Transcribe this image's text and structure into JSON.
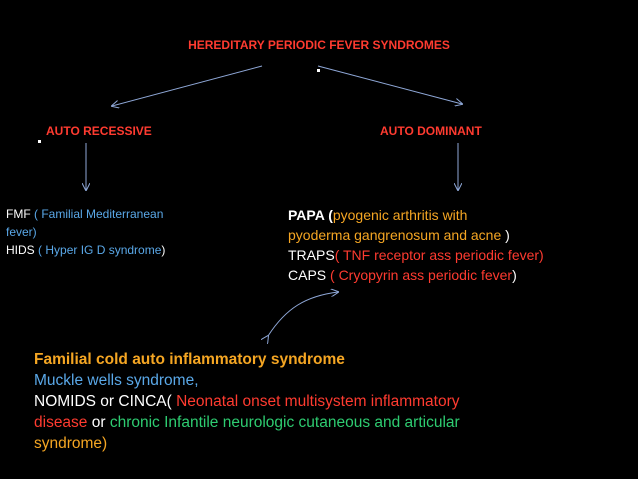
{
  "title": "HEREDITARY PERIODIC FEVER SYNDROMES",
  "left_branch": "AUTO RECESSIVE",
  "right_branch": "AUTO DOMINANT",
  "recessive": {
    "fmf_abbr": "FMF",
    "fmf_desc_1": "( Familial Mediterranean",
    "fmf_desc_2": "fever)",
    "hids_abbr": "HIDS",
    "hids_open": "(",
    "hids_desc": " Hyper IG D syndrome",
    "hids_close": ")"
  },
  "dominant": {
    "papa_abbr": "PAPA (",
    "papa_desc_1": "pyogenic arthritis with",
    "papa_desc_2": "pyoderma gangrenosum and acne",
    "papa_close": " )",
    "traps_abbr": "TRAPS",
    "traps_desc": "( TNF receptor ass periodic fever)",
    "caps_abbr": "CAPS",
    "caps_desc": " ( Cryopyrin ass periodic fever",
    "caps_close": ")"
  },
  "caps_types": {
    "line1": "Familial cold auto inflammatory syndrome",
    "line2": "Muckle wells syndrome,",
    "line3_a": "NOMIDS or CINCA(",
    "line3_b": " Neonatal onset multisystem inflammatory",
    "line4_a": "disease",
    "line4_b": " or ",
    "line4_c": "chronic Infantile neurologic cutaneous and articular",
    "line5": " syndrome)"
  },
  "colors": {
    "red": "#ff3b30",
    "blue": "#5aa8e8",
    "orange": "#f5a623",
    "green": "#2ecc71",
    "arrow": "#8fa8d8"
  }
}
